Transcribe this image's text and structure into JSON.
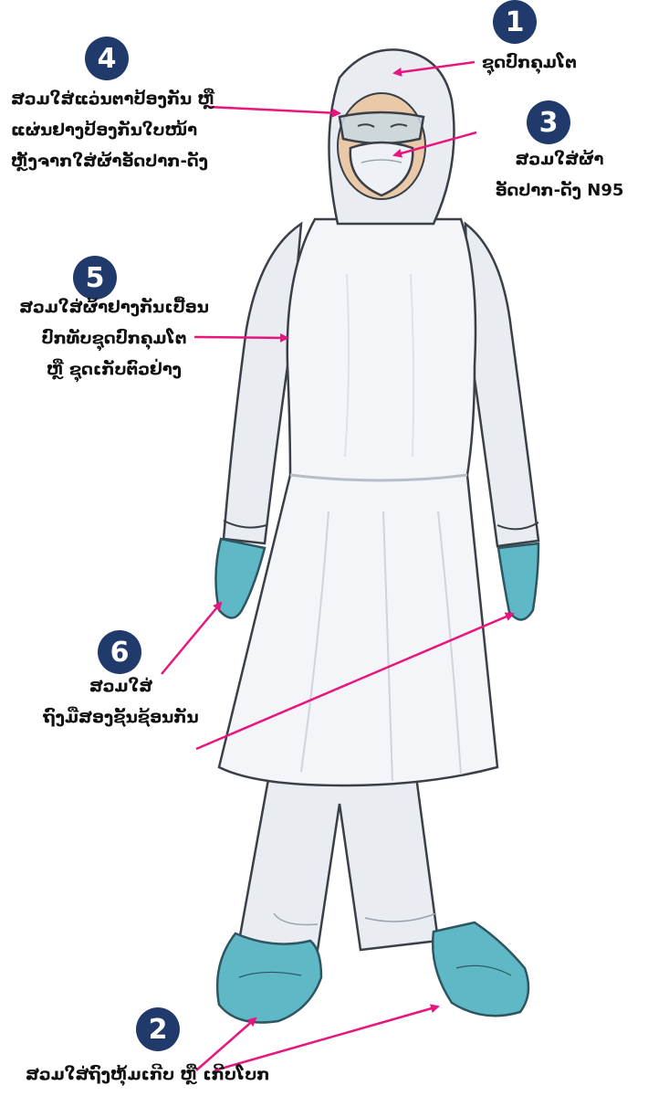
{
  "colors": {
    "badge": "#1f3a6b",
    "arrow": "#e8157e",
    "suit": "#eef1f5",
    "suit_outline": "#3a3f48",
    "gloves_covers": "#5fb8c6",
    "skin": "#e9c9a8"
  },
  "steps": [
    {
      "number": "1",
      "lines": [
        "ຊຸດປົກຄຸມໂຕ"
      ]
    },
    {
      "number": "2",
      "lines": [
        "ສວມໃສ່ຖົງຫຸ້ມເກີບ ຫຼື ເກີບໂບກ"
      ]
    },
    {
      "number": "3",
      "lines": [
        "ສວມໃສ່ຜ້າ",
        "ອັດປາກ-ດັງ N95"
      ]
    },
    {
      "number": "4",
      "lines": [
        "ສວມໃສ່ແວ່ນຕາປ້ອງກັນ ຫຼື",
        "ແຜ່ນຢາງປ້ອງກັນໃບໜ້າ",
        "ຫຼັງຈາກໃສ່ຜ້າອັດປາກ-ດັງ"
      ]
    },
    {
      "number": "5",
      "lines": [
        "ສວມໃສ່ຜ້າຢາງກັນເປື້ອນ",
        "ປົກທັບຊຸດປົກຄຸມໂຕ",
        "ຫຼື ຊຸດເກັບຕົວຢ່າງ"
      ]
    },
    {
      "number": "6",
      "lines": [
        "ສວມໃສ່",
        "ຖົງມືສອງຊັ້ນຊ້ອນກັນ"
      ]
    }
  ]
}
